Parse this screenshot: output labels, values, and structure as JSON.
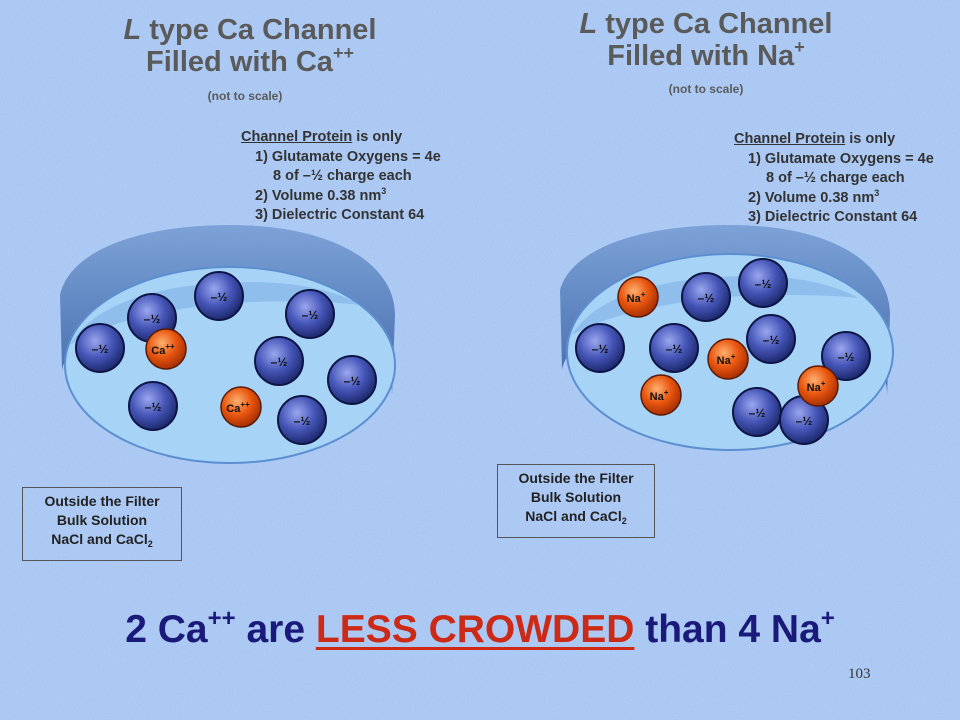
{
  "panels": [
    {
      "title_line1_prefix": "L",
      "title_line1_rest": " type Ca Channel",
      "title_line2_base": "Filled with Ca",
      "title_line2_charge": "++",
      "scale_note": "(not to scale)",
      "protein_heading_underlined": "Channel Protein",
      "protein_heading_rest": " is only",
      "property_1": "1) Glutamate Oxygens = 4e",
      "property_1b": "8 of –½ charge each",
      "property_2_base": "2) Volume 0.38 nm",
      "property_2_exp": "3",
      "property_3": "3) Dielectric Constant 64",
      "bulk_line1": "Outside the Filter",
      "bulk_line2": "Bulk Solution",
      "bulk_line3_base": "NaCl and CaCl",
      "bulk_line3_sub": "2",
      "oxygen_label": "–½",
      "ion_base": "Ca",
      "ion_charge": "++",
      "ion_count": 2
    },
    {
      "title_line1_prefix": "L",
      "title_line1_rest": " type Ca Channel",
      "title_line2_base": "Filled with Na",
      "title_line2_charge": "+",
      "scale_note": "(not to scale)",
      "protein_heading_underlined": "Channel Protein",
      "protein_heading_rest": " is only",
      "property_1": "1) Glutamate Oxygens = 4e",
      "property_1b": "8 of –½ charge each",
      "property_2_base": "2) Volume 0.38 nm",
      "property_2_exp": "3",
      "property_3": "3) Dielectric Constant 64",
      "bulk_line1": "Outside the Filter",
      "bulk_line2": "Bulk Solution",
      "bulk_line3_base": "NaCl and CaCl",
      "bulk_line3_sub": "2",
      "oxygen_label": "–½",
      "ion_base": "Na",
      "ion_charge": "+",
      "ion_count": 4
    }
  ],
  "conclusion": {
    "part1": "2 Ca",
    "part1_charge": "++",
    "part2": " are ",
    "emphasis": "LESS CROWDED",
    "part3": " than 4 Na",
    "part3_charge": "+"
  },
  "page_number": "103",
  "colors": {
    "oxygen_fill": "#4656b8",
    "ion_fill": "#e8560f",
    "emphasis": "#cc2a16",
    "conclusion_text": "#1a1a7a"
  }
}
